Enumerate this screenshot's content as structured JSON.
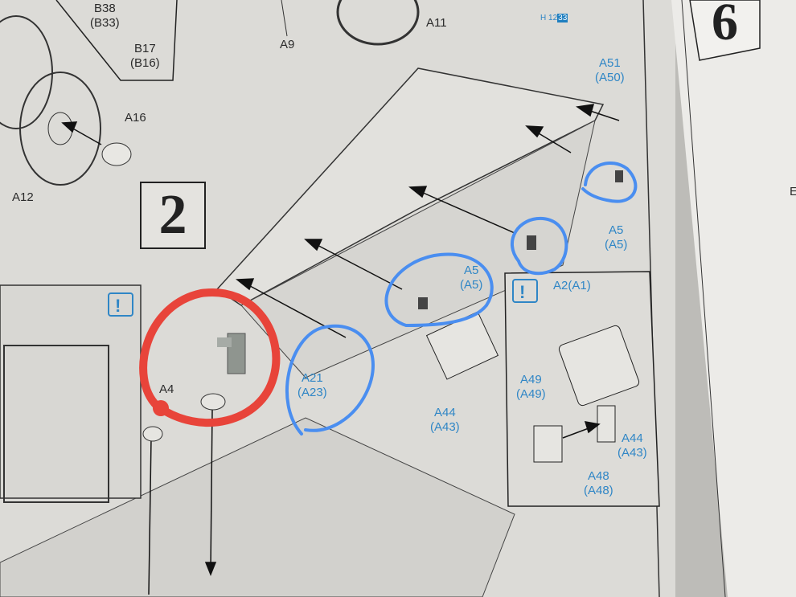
{
  "step_number": "2",
  "next_step_number": "6",
  "page_ref": {
    "prefix": "H",
    "a": "12",
    "b": "33"
  },
  "colors": {
    "part_label": "#2f86c6",
    "red_circle": "#e8443a",
    "blue_circle": "#4a8ef0"
  },
  "labels": {
    "b38": "B38",
    "b33": "(B33)",
    "b17": "B17",
    "b16": "(B16)",
    "a9": "A9",
    "a11": "A11",
    "a51": "A51",
    "a50": "(A50)",
    "a16": "A16",
    "a12": "A12",
    "a5_1": "A5",
    "a5_1b": "(A5)",
    "a5_2": "A5",
    "a5_2b": "(A5)",
    "a2": "A2(A1)",
    "a4": "A4",
    "a21": "A21",
    "a23": "(A23)",
    "a44_1": "A44",
    "a43_1": "(A43)",
    "a49": "A49",
    "a49b": "(A49)",
    "a44_2": "A44",
    "a43_2": "(A43)",
    "a48": "A48",
    "a48b": "(A48)",
    "edge_letter": "E"
  }
}
